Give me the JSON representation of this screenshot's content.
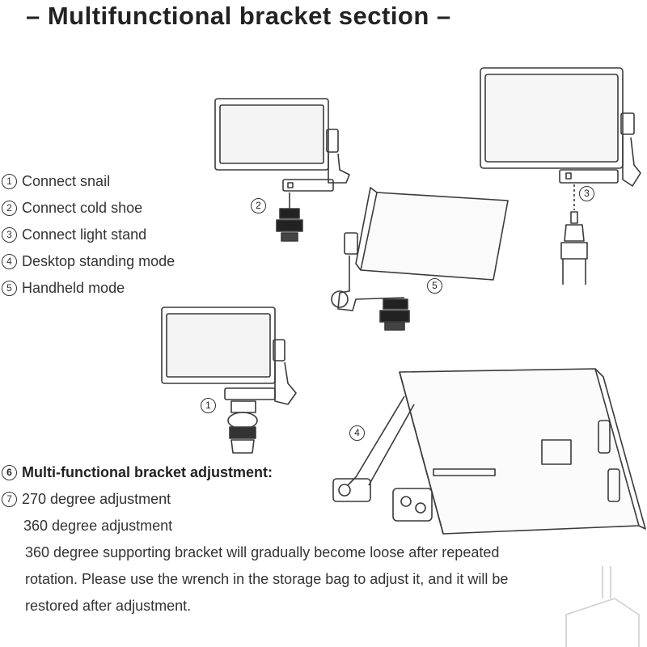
{
  "header": {
    "title": "– Multifunctional bracket section –"
  },
  "legend": {
    "items": [
      {
        "num": "1",
        "label": "Connect snail"
      },
      {
        "num": "2",
        "label": "Connect cold shoe"
      },
      {
        "num": "3",
        "label": "Connect light stand"
      },
      {
        "num": "4",
        "label": "Desktop standing mode"
      },
      {
        "num": "5",
        "label": "Handheld mode"
      }
    ]
  },
  "figure_labels": {
    "l1": "1",
    "l2": "2",
    "l3": "3",
    "l4": "4",
    "l5": "5"
  },
  "notes": {
    "item6_num": "6",
    "item6": "Multi-functional bracket adjustment:",
    "item7_num": "7",
    "item7": "270 degree adjustment",
    "line2": "360 degree adjustment",
    "para1": "360 degree supporting bracket will gradually become loose after repeated",
    "para2": "rotation. Please use the wrench in the storage bag to adjust it, and it will be",
    "para3": "restored after adjustment."
  }
}
